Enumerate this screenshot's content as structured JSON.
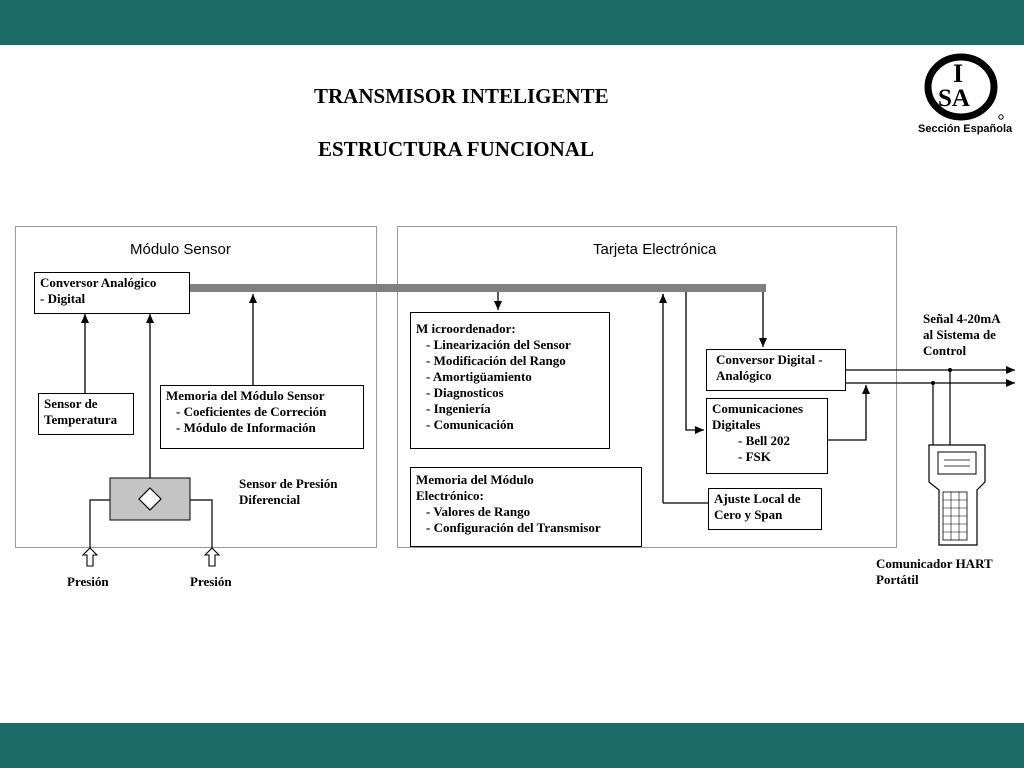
{
  "header": {
    "title_line1": "TRANSMISOR INTELIGENTE",
    "title_line2": "ESTRUCTURA FUNCIONAL"
  },
  "logo": {
    "letters_top": "I",
    "letters_main": "SA",
    "caption": "Sección Española"
  },
  "panels": {
    "sensor_module": {
      "title": "Módulo Sensor"
    },
    "electronic_card": {
      "title": "Tarjeta Electrónica"
    }
  },
  "boxes": {
    "ad_converter": {
      "lines": [
        "Conversor Analógico",
        "- Digital"
      ]
    },
    "temp_sensor": {
      "lines": [
        "Sensor de",
        "Temperatura"
      ]
    },
    "sensor_memory": {
      "lines": [
        "Memoria del Módulo Sensor",
        "- Coeficientes de Correción",
        "- Módulo de Información"
      ]
    },
    "microcomputer": {
      "lines": [
        "M icroordenador:",
        "- Linearización del Sensor",
        "- Modificación del Rango",
        "- Amortigüamiento",
        "- Diagnosticos",
        "- Ingeniería",
        "- Comunicación"
      ]
    },
    "electronic_memory": {
      "lines": [
        "Memoria del Módulo",
        "Electrónico:",
        "- Valores de Rango",
        "- Configuración del Transmisor"
      ]
    },
    "da_converter": {
      "lines": [
        "Conversor Digital -",
        "Analógico"
      ]
    },
    "digital_comms": {
      "lines": [
        "Comunicaciones",
        "Digitales",
        "- Bell 202",
        "- FSK"
      ]
    },
    "local_adjust": {
      "lines": [
        "Ajuste Local de",
        "Cero y Span"
      ]
    }
  },
  "labels": {
    "diff_pressure_sensor": [
      "Sensor de Presión",
      "Diferencial"
    ],
    "pressure_left": "Presión",
    "pressure_right": "Presión",
    "signal_output": [
      "Señal 4-20mA",
      "al Sistema de",
      "Control"
    ],
    "hart_communicator": [
      "Comunicador HART",
      "Portátil"
    ]
  },
  "colors": {
    "band": "#1a6b66",
    "bus": "#808080",
    "sensor_fill": "#c4c4c4"
  }
}
